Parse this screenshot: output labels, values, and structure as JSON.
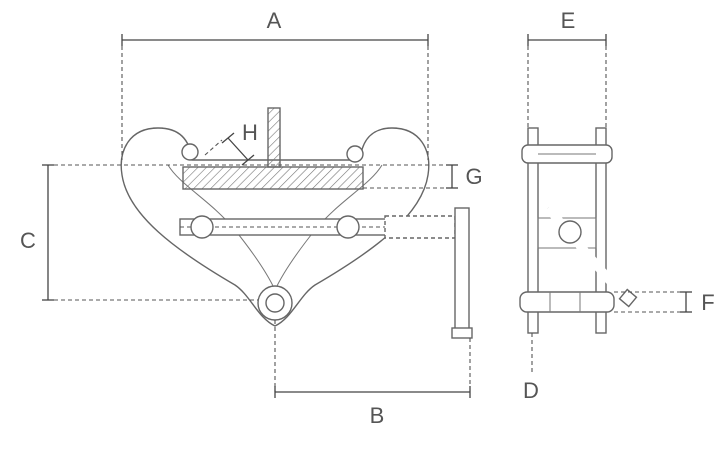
{
  "diagram": {
    "labels": {
      "A": "A",
      "B": "B",
      "C": "C",
      "D": "D",
      "E": "E",
      "F": "F",
      "G": "G",
      "H": "H"
    },
    "colors": {
      "line": "#666666",
      "dimension": "#444444",
      "label": "#555555",
      "background": "#ffffff"
    }
  }
}
